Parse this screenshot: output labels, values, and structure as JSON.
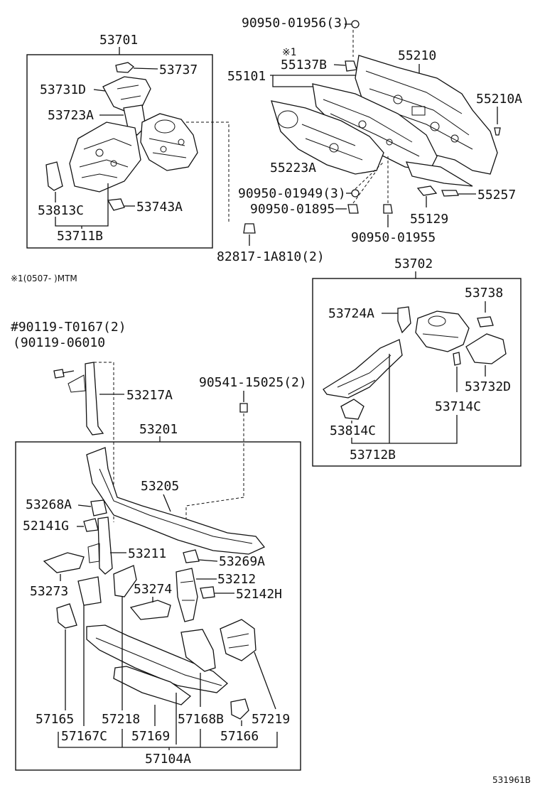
{
  "labels": {
    "l53701": "53701",
    "l53737": "53737",
    "l53731D": "53731D",
    "l53723A": "53723A",
    "l53813C": "53813C",
    "l53743A": "53743A",
    "l53711B": "53711B",
    "l82817": "82817-1A810(2)",
    "l90950_01956": "90950-01956(3)",
    "note1_mark": "※1",
    "l55137B": "55137B",
    "l55101": "55101",
    "l55210": "55210",
    "l55210A": "55210A",
    "l55223A": "55223A",
    "l90950_01949": "90950-01949(3)",
    "l90950_01895": "90950-01895",
    "l55257": "55257",
    "l55129": "55129",
    "l90950_01955": "90950-01955",
    "note_mtm": "※1(0507-    )MTM",
    "l90119_t0167": "#90119-T0167(2)",
    "l90119_06010": "(90119-06010",
    "l53217A": "53217A",
    "l90541": "90541-15025(2)",
    "l53702": "53702",
    "l53738": "53738",
    "l53724A": "53724A",
    "l53732D": "53732D",
    "l53714C": "53714C",
    "l53814C": "53814C",
    "l53712B": "53712B",
    "l53201": "53201",
    "l53205": "53205",
    "l53268A": "53268A",
    "l52141G": "52141G",
    "l53211": "53211",
    "l53269A": "53269A",
    "l53212": "53212",
    "l53273": "53273",
    "l53274": "53274",
    "l52142H": "52142H",
    "l57165": "57165",
    "l57218": "57218",
    "l57168B": "57168B",
    "l57219": "57219",
    "l57167C": "57167C",
    "l57169": "57169",
    "l57166": "57166",
    "l57104A": "57104A",
    "footer_code": "531961B"
  }
}
